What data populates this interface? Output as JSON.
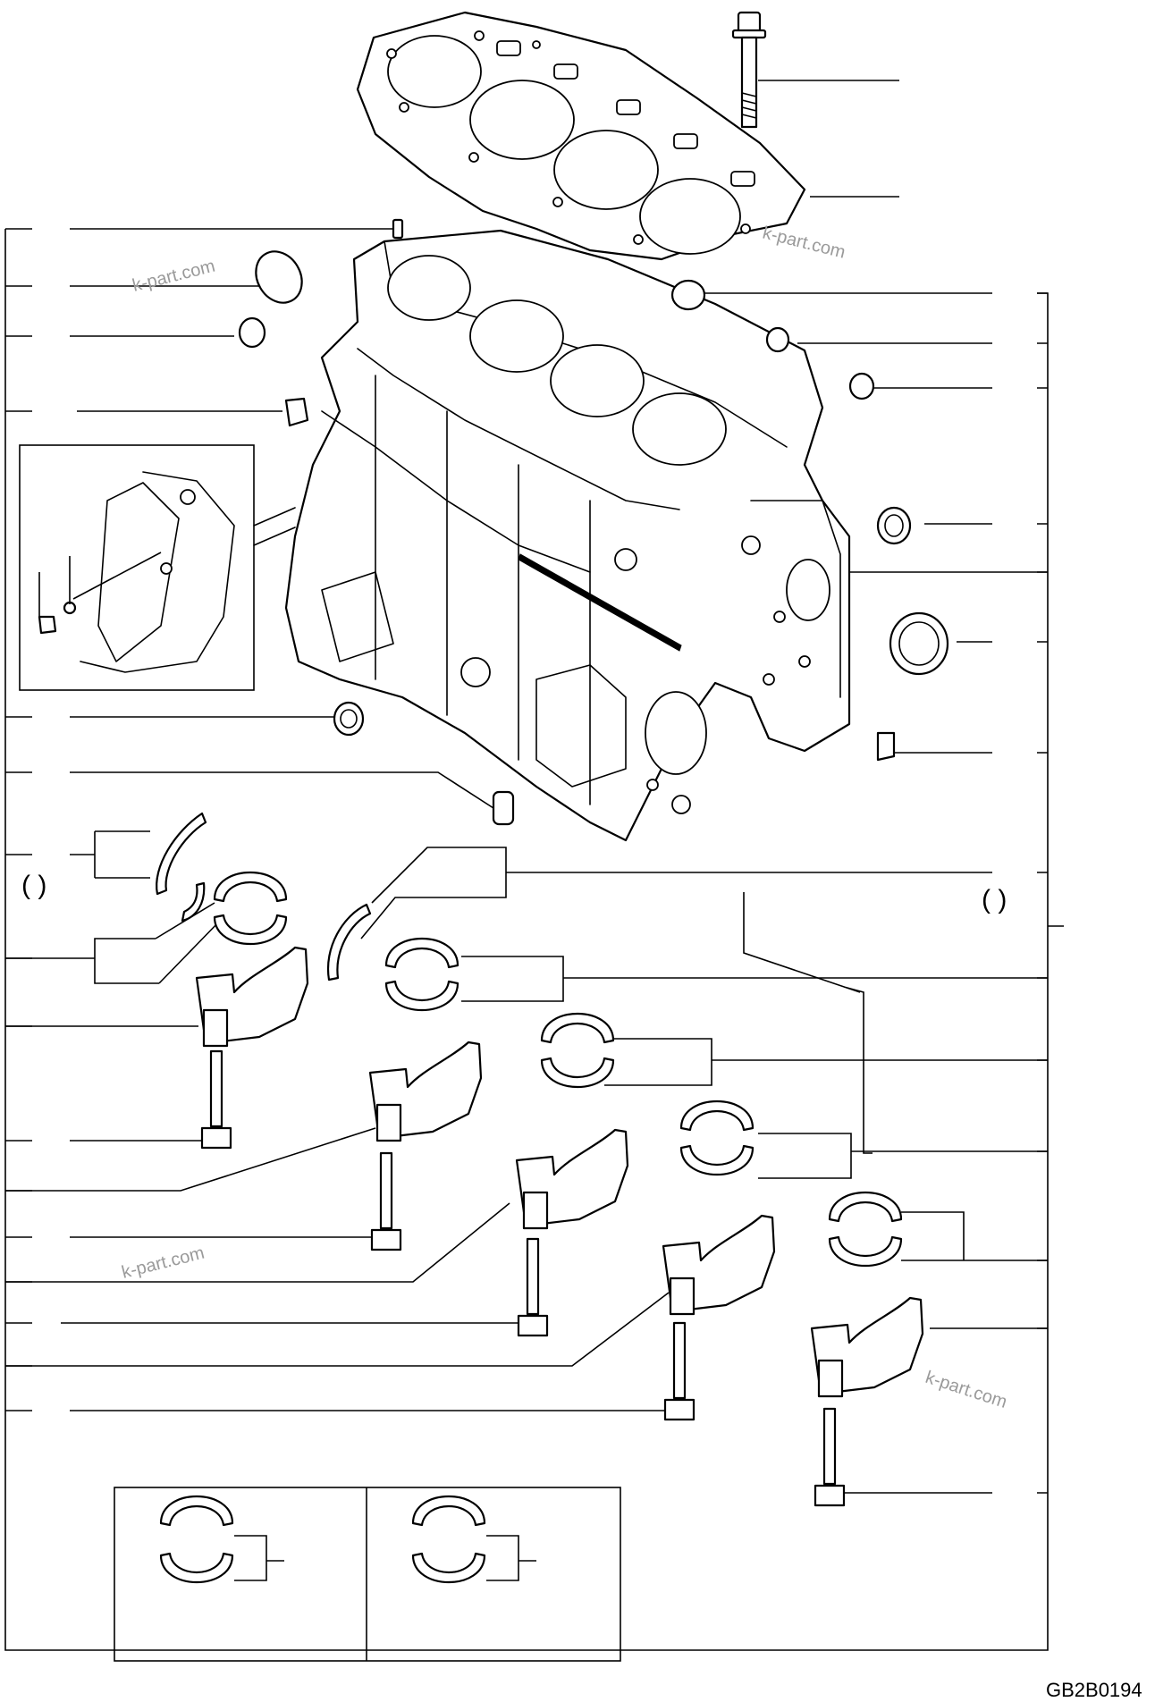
{
  "figure": {
    "code": "GB2B0194",
    "watermarks": [
      "k-part.com",
      "k-part.com",
      "k-part.com",
      "k-part.com"
    ],
    "parentheses_left": "(    )",
    "parentheses_right": "(    )"
  },
  "colors": {
    "line": "#000000",
    "background": "#ffffff",
    "watermark": "#9a9a9a"
  },
  "icons": [
    "cylinder-head-gasket-icon",
    "cylinder-block-icon",
    "head-bolt-icon",
    "main-bearing-cap-icon",
    "bearing-shell-icon",
    "thrust-washer-icon",
    "cap-bolt-icon",
    "expansion-plug-icon",
    "oil-seal-icon",
    "dowel-pin-icon"
  ]
}
